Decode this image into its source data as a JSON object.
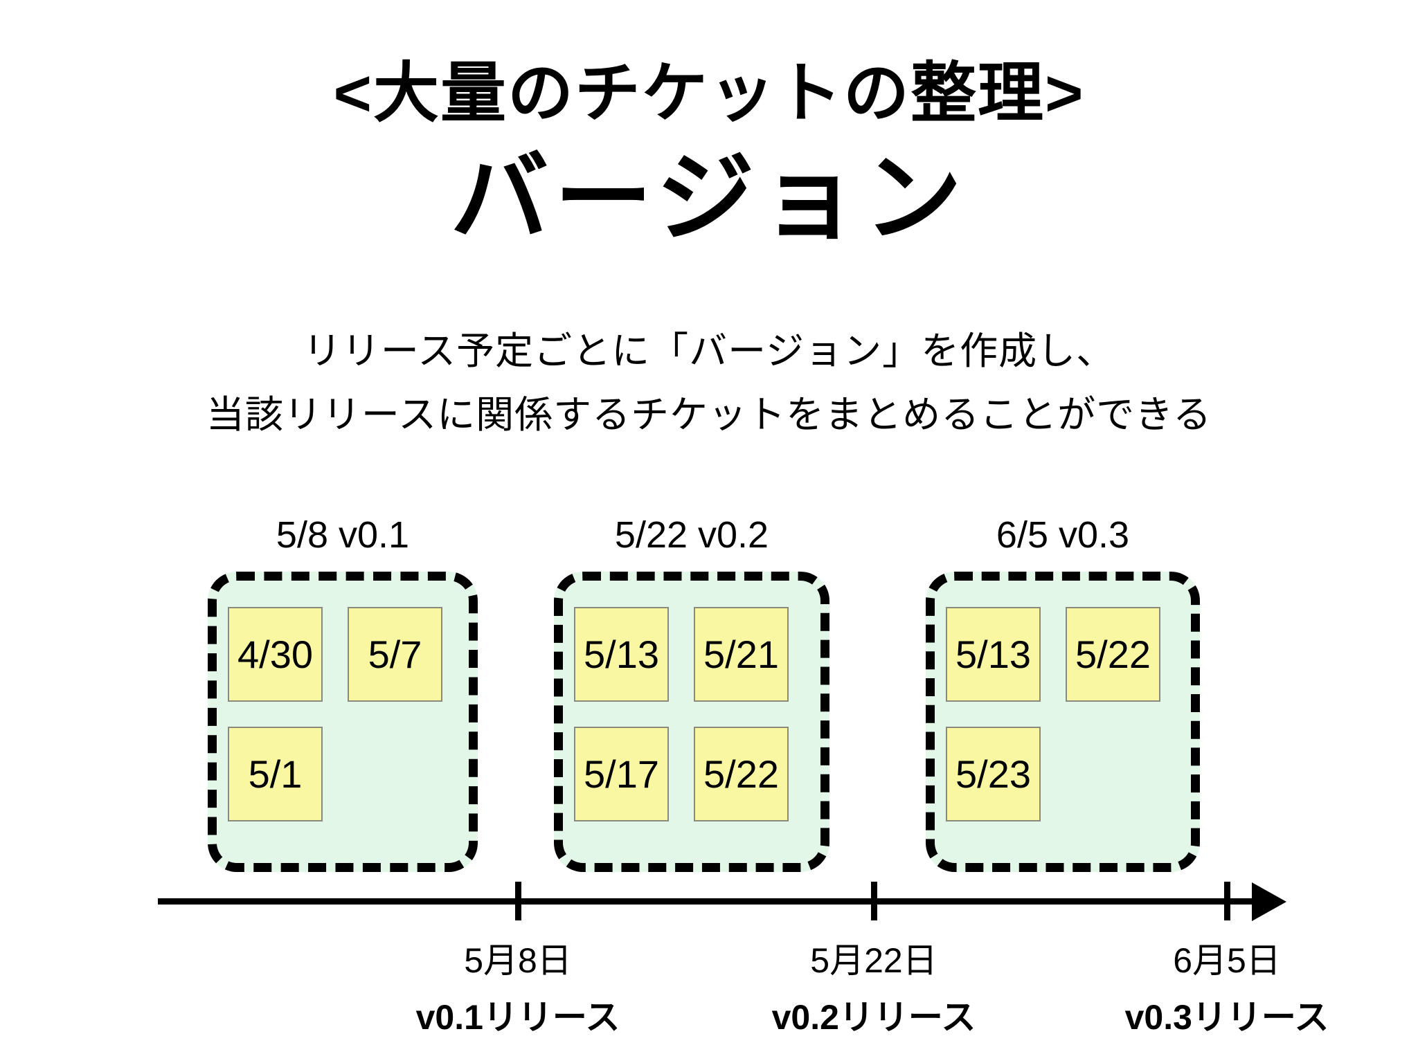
{
  "slide": {
    "category_title": "<大量のチケットの整理>",
    "main_title": "バージョン",
    "description_line1": "リリース予定ごとに「バージョン」を作成し、",
    "description_line2": "当該リリースに関係するチケットをまとめることができる"
  },
  "versions": [
    {
      "label": "5/8 v0.1",
      "tickets": [
        "4/30",
        "5/7",
        "5/1"
      ]
    },
    {
      "label": "5/22 v0.2",
      "tickets": [
        "5/13",
        "5/21",
        "5/17",
        "5/22"
      ]
    },
    {
      "label": "6/5 v0.3",
      "tickets": [
        "5/13",
        "5/22",
        "5/23"
      ]
    }
  ],
  "timeline": {
    "milestones": [
      {
        "date": "5月8日",
        "release": "v0.1リリース"
      },
      {
        "date": "5月22日",
        "release": "v0.2リリース"
      },
      {
        "date": "6月5日",
        "release": "v0.3リリース"
      }
    ]
  },
  "colors": {
    "version_box_bg": "#e3f7e9",
    "ticket_bg": "#f9f7a1",
    "ticket_border": "#8a8a7c",
    "line_color": "#000000"
  }
}
